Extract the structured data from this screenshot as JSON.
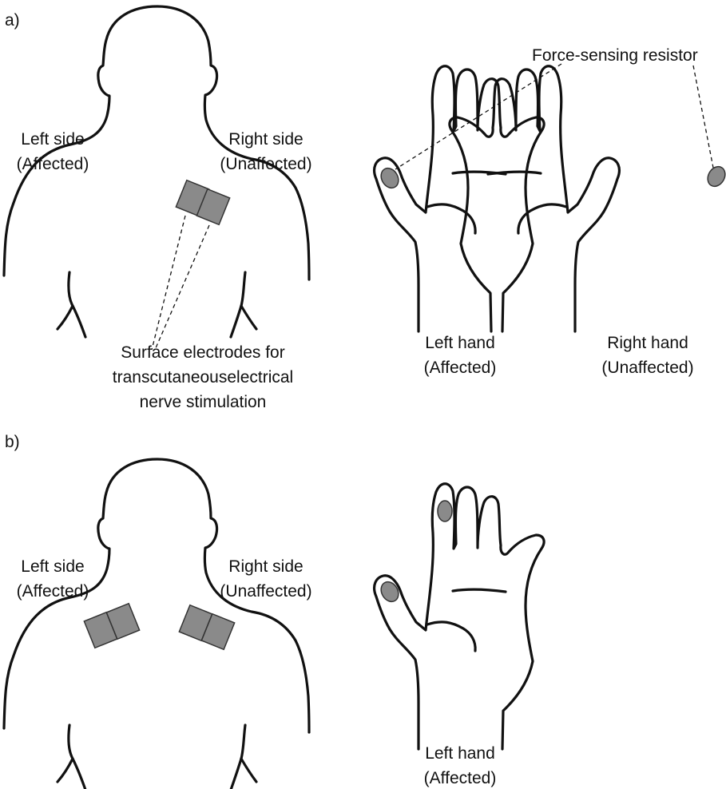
{
  "panels": {
    "a": {
      "label": "a)",
      "left_side": [
        "Left side",
        "(Affected)"
      ],
      "right_side": [
        "Right side",
        "(Unaffected)"
      ],
      "electrode_caption": [
        "Surface electrodes for",
        "transcutaneouselectrical",
        "nerve stimulation"
      ],
      "sensor_caption": "Force-sensing resistor",
      "left_hand": [
        "Left hand",
        "(Affected)"
      ],
      "right_hand": [
        "Right hand",
        "(Unaffected)"
      ]
    },
    "b": {
      "label": "b)",
      "left_side": [
        "Left side",
        "(Affected)"
      ],
      "right_side": [
        "Right side",
        "(Unaffected)"
      ],
      "left_hand": [
        "Left hand",
        "(Affected)"
      ]
    }
  },
  "colors": {
    "line": "#111111",
    "pad_fill": "#8a8a8a"
  }
}
